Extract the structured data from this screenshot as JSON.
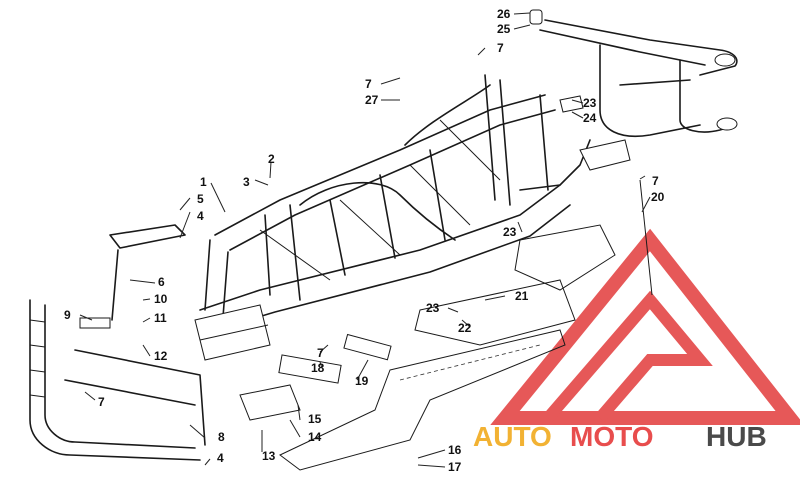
{
  "diagram": {
    "callouts": [
      {
        "id": "c1",
        "label": "1"
      },
      {
        "id": "c2",
        "label": "2"
      },
      {
        "id": "c3",
        "label": "3"
      },
      {
        "id": "c4a",
        "label": "4"
      },
      {
        "id": "c4b",
        "label": "4"
      },
      {
        "id": "c5",
        "label": "5"
      },
      {
        "id": "c6",
        "label": "6"
      },
      {
        "id": "c7a",
        "label": "7"
      },
      {
        "id": "c7b",
        "label": "7"
      },
      {
        "id": "c7c",
        "label": "7"
      },
      {
        "id": "c7d",
        "label": "7"
      },
      {
        "id": "c7e",
        "label": "7"
      },
      {
        "id": "c8",
        "label": "8"
      },
      {
        "id": "c9",
        "label": "9"
      },
      {
        "id": "c10",
        "label": "10"
      },
      {
        "id": "c11",
        "label": "11"
      },
      {
        "id": "c12",
        "label": "12"
      },
      {
        "id": "c13",
        "label": "13"
      },
      {
        "id": "c14",
        "label": "14"
      },
      {
        "id": "c15",
        "label": "15"
      },
      {
        "id": "c16",
        "label": "16"
      },
      {
        "id": "c17",
        "label": "17"
      },
      {
        "id": "c18",
        "label": "18"
      },
      {
        "id": "c19",
        "label": "19"
      },
      {
        "id": "c20",
        "label": "20"
      },
      {
        "id": "c21",
        "label": "21"
      },
      {
        "id": "c22",
        "label": "22"
      },
      {
        "id": "c23a",
        "label": "23"
      },
      {
        "id": "c23b",
        "label": "23"
      },
      {
        "id": "c23c",
        "label": "23"
      },
      {
        "id": "c24",
        "label": "24"
      },
      {
        "id": "c25",
        "label": "25"
      },
      {
        "id": "c26",
        "label": "26"
      },
      {
        "id": "c27",
        "label": "27"
      }
    ]
  },
  "watermark": {
    "part1": "AUTO",
    "part2": "MOTO",
    "part3": "HUB",
    "color_part1": "#f2b233",
    "color_part2": "#e84d4d",
    "color_part3": "#4a4a4a",
    "logo_color": "#e23b3b"
  }
}
